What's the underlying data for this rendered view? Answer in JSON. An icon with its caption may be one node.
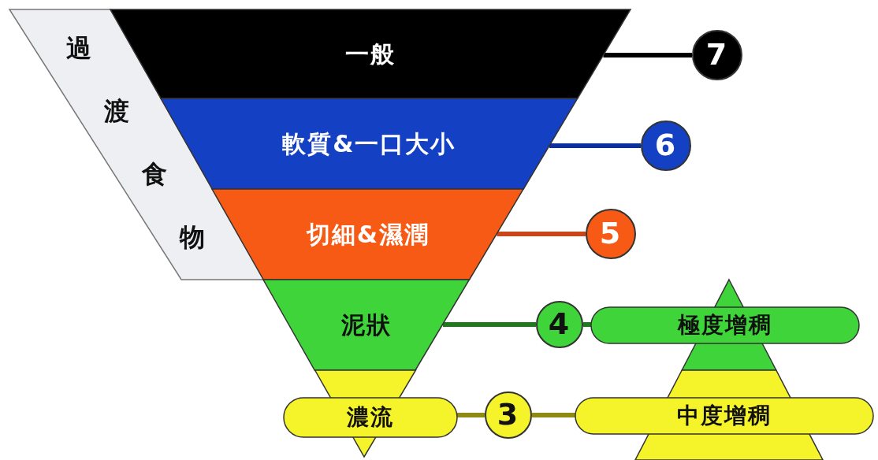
{
  "diagram": {
    "nodes": [
      {
        "text": [
          "過渡食物"
        ]
      },
      {
        "text": [
          "一般"
        ]
      },
      {
        "text": [
          "軟質&一口大小"
        ]
      },
      {
        "text": [
          "切細&濕潤"
        ]
      },
      {
        "text": [
          "泥狀"
        ]
      },
      {
        "text": [
          "濃流"
        ]
      },
      {
        "text": [
          "7"
        ]
      },
      {
        "text": [
          "6"
        ]
      },
      {
        "text": [
          "5"
        ]
      },
      {
        "text": [
          "4"
        ]
      },
      {
        "text": [
          "3"
        ]
      },
      {
        "text": [
          "極度增稠"
        ]
      },
      {
        "text": [
          "中度增稠"
        ]
      }
    ],
    "edges": [
      {
        "from": 1,
        "to": 6,
        "arrow": "none",
        "color": "#000000"
      },
      {
        "from": 2,
        "to": 7,
        "arrow": "none",
        "color": "#0f2f9e"
      },
      {
        "from": 3,
        "to": 8,
        "arrow": "none",
        "color": "#c9461a"
      },
      {
        "from": 4,
        "to": 9,
        "arrow": "none",
        "color": "#1f7a1c"
      },
      {
        "from": 9,
        "to": 11,
        "arrow": "none",
        "color": "#1f7a1c"
      },
      {
        "from": 5,
        "to": 10,
        "arrow": "none",
        "color": "#8f8a12"
      },
      {
        "from": 10,
        "to": 12,
        "arrow": "none",
        "color": "#8f8a12"
      }
    ]
  }
}
